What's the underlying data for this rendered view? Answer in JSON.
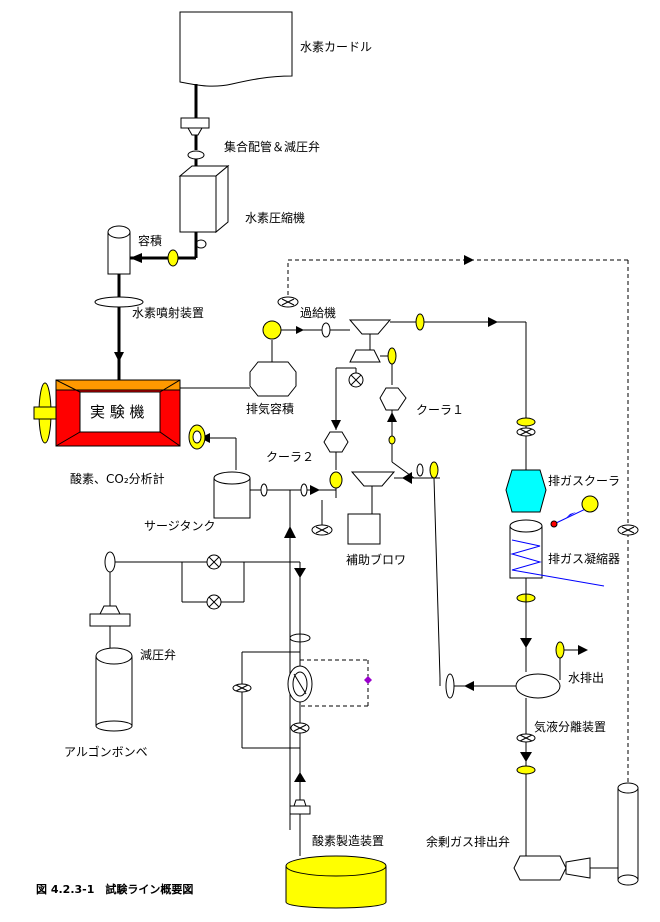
{
  "labels": {
    "hydrogen_curdle": "水素カードル",
    "manifold_valve": "集合配管＆減圧弁",
    "h2_compressor": "水素圧縮機",
    "volume": "容積",
    "h2_injector": "水素噴射装置",
    "supercharger": "過給機",
    "engine": "実 験 機",
    "exhaust_volume": "排気容積",
    "cooler1": "クーラ１",
    "cooler2": "クーラ２",
    "analyzer": "酸素、CO₂分析計",
    "surge_tank": "サージタンク",
    "aux_blower": "補助ブロワ",
    "exhaust_cooler": "排ガスクーラ",
    "exhaust_condenser": "排ガス凝縮器",
    "reducing_valve": "減圧弁",
    "argon_cylinder": "アルゴンボンベ",
    "water_drain": "水排出",
    "gas_liquid_separator": "気液分離装置",
    "surplus_gas_valve": "余剰ガス排出弁",
    "oxygen_generator": "酸素製造装置"
  },
  "caption": "図 4.2.3-1　試験ライン概要図",
  "colors": {
    "engine_frame": "#ff0000",
    "engine_top": "#ff9900",
    "valve_yellow": "#ffff00",
    "cooler_cyan": "#00ffff",
    "condenser_line": "#0000ff",
    "o2_tank": "#ffff00"
  }
}
